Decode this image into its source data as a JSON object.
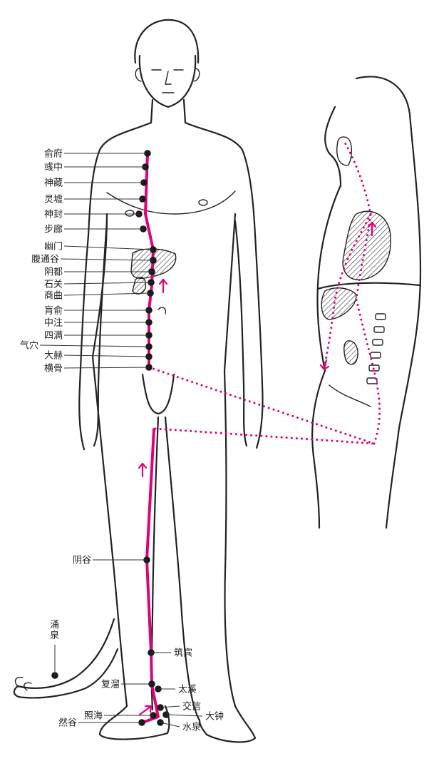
{
  "colors": {
    "meridian": "#e2007a",
    "point": "#1a1a1a",
    "outline": "#222222"
  },
  "acupoints": [
    {
      "id": "shufu",
      "label": "俞府"
    },
    {
      "id": "yuzhong",
      "label": "彧中"
    },
    {
      "id": "shencang",
      "label": "神藏"
    },
    {
      "id": "lingxu",
      "label": "灵墟"
    },
    {
      "id": "shenfeng",
      "label": "神封"
    },
    {
      "id": "bulang",
      "label": "步廊"
    },
    {
      "id": "youmen",
      "label": "幽门"
    },
    {
      "id": "futonggu",
      "label": "腹通谷"
    },
    {
      "id": "yindu",
      "label": "阴都"
    },
    {
      "id": "shiguan",
      "label": "石关"
    },
    {
      "id": "shangqu",
      "label": "商曲"
    },
    {
      "id": "huangshu",
      "label": "肓俞"
    },
    {
      "id": "zhongzhu",
      "label": "中注"
    },
    {
      "id": "siman",
      "label": "四满"
    },
    {
      "id": "qixue",
      "label": "气穴"
    },
    {
      "id": "dahe",
      "label": "大赫"
    },
    {
      "id": "henggu",
      "label": "横骨"
    },
    {
      "id": "yingu",
      "label": "阴谷"
    },
    {
      "id": "yongquan",
      "label": "涌泉"
    },
    {
      "id": "zhubin",
      "label": "筑宾"
    },
    {
      "id": "fuliu",
      "label": "复溜"
    },
    {
      "id": "taixi",
      "label": "太溪"
    },
    {
      "id": "jiaoxin",
      "label": "交信"
    },
    {
      "id": "zhaohai",
      "label": "照海"
    },
    {
      "id": "dazhong",
      "label": "大钟"
    },
    {
      "id": "rangu",
      "label": "然谷"
    },
    {
      "id": "shuiquan",
      "label": "水泉"
    }
  ]
}
